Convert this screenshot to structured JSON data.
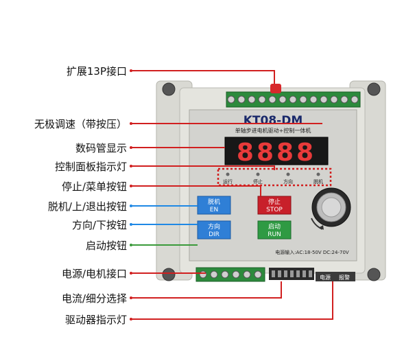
{
  "callouts": [
    {
      "text": "扩展13P接口"
    },
    {
      "text": "无极调速（带按压）"
    },
    {
      "text": "数码管显示"
    },
    {
      "text": "控制面板指示灯"
    },
    {
      "text": "停止/菜单按钮"
    },
    {
      "text": "脱机/上/退出按钮"
    },
    {
      "text": "方向/下按钮"
    },
    {
      "text": "启动按钮"
    },
    {
      "text": "电源/电机接口"
    },
    {
      "text": "电流/细分选择"
    },
    {
      "text": "驱动器指示灯"
    }
  ],
  "device": {
    "model": "KT08-DM",
    "subtitle": "单轴步进电机驱动+控制一体机",
    "display_digits": "8888",
    "indicator_labels": [
      "运行",
      "停止",
      "方向",
      "脱机"
    ],
    "buttons": {
      "offline": {
        "cn": "脱机",
        "en": "EN"
      },
      "stop": {
        "cn": "停止",
        "en": "STOP"
      },
      "dir": {
        "cn": "方向",
        "en": "DIR"
      },
      "run": {
        "cn": "启动",
        "en": "RUN"
      }
    },
    "power_input": "电源输入:AC:18-50V DC:24-70V",
    "driver_leds": [
      "电源",
      "报警"
    ]
  },
  "colors": {
    "callout_red": "#d11f1f",
    "callout_blue": "#1e88e5",
    "callout_green": "#3a9a3a",
    "offline_button": "#2f7fd6",
    "stop_button": "#c8202a",
    "dir_button": "#2f7fd6",
    "run_button": "#2f9a43"
  }
}
